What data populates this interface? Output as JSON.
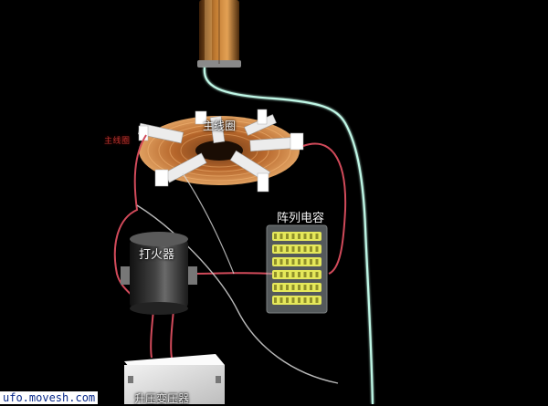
{
  "labels": {
    "primary_coil": "主线圈",
    "spark_gap": "打火器",
    "capacitor_array": "阵列电容",
    "transformer": "升压变压器",
    "red_tag": "主线圈"
  },
  "watermark": "ufo.movesh.com",
  "colors": {
    "background": "#000000",
    "ground_wire": "#bff7e6",
    "power_wire": "#d14a5a",
    "copper": "#c06a28",
    "capacitor_cell": "#e5e85a"
  }
}
